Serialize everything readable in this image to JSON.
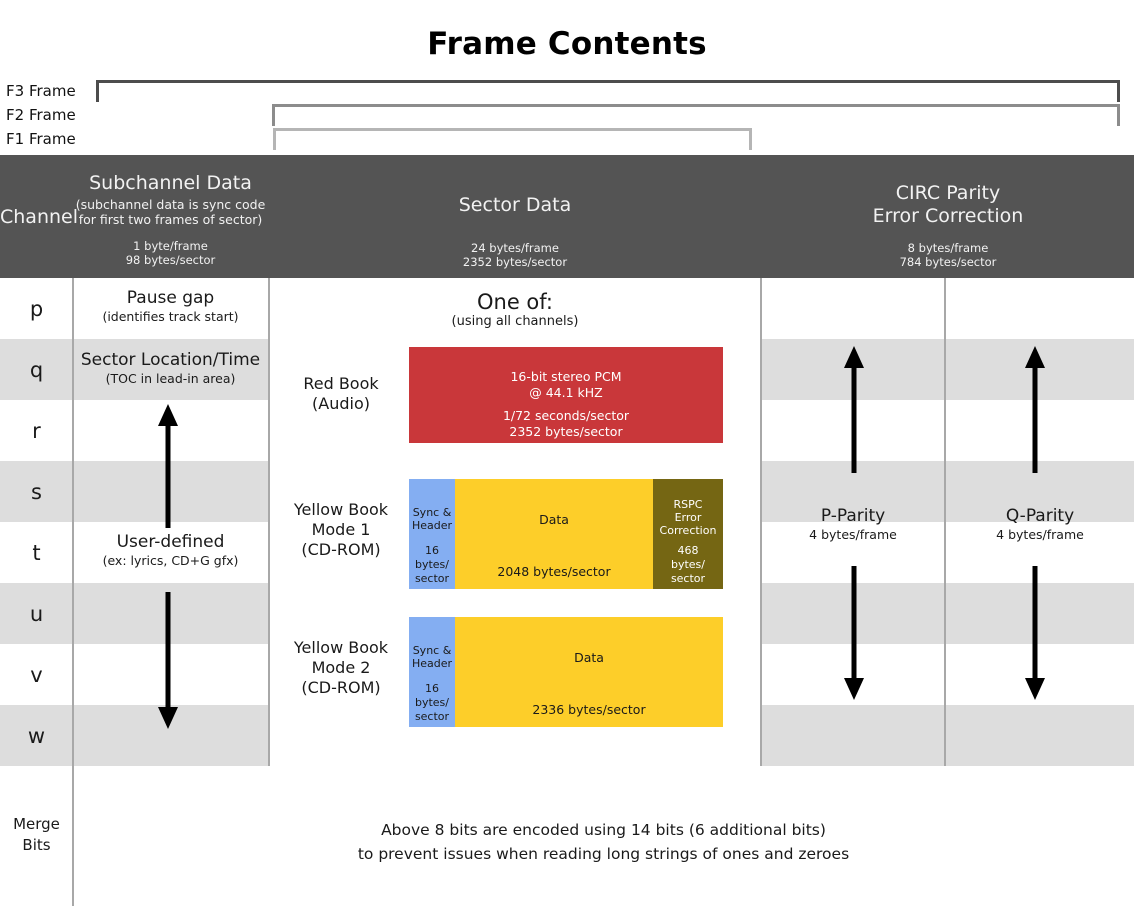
{
  "title": "Frame Contents",
  "frames": [
    {
      "label": "F3 Frame"
    },
    {
      "label": "F2 Frame"
    },
    {
      "label": "F1 Frame"
    }
  ],
  "header": {
    "channel": "Channel",
    "subchannel": {
      "title": "Subchannel Data",
      "note": "(subchannel data is sync code\nfor first two frames of sector)",
      "rate": "1 byte/frame\n98 bytes/sector"
    },
    "sector": {
      "title": "Sector Data",
      "rate": "24 bytes/frame\n2352 bytes/sector"
    },
    "circ": {
      "title": "CIRC Parity\nError Correction",
      "rate": "8 bytes/frame\n784 bytes/sector"
    }
  },
  "channels": [
    "p",
    "q",
    "r",
    "s",
    "t",
    "u",
    "v",
    "w"
  ],
  "subchannel_entries": [
    {
      "title": "Pause gap",
      "note": "(identifies track start)"
    },
    {
      "title": "Sector Location/Time",
      "note": "(TOC in lead-in area)"
    },
    {
      "title": "User-defined",
      "note": "(ex: lyrics, CD+G gfx)"
    }
  ],
  "sector": {
    "one_of": "One of:",
    "one_of_note": "(using all channels)",
    "formats": [
      {
        "label": "Red Book\n(Audio)",
        "blocks": [
          {
            "name": "audio-pcm",
            "color": "#c9373a",
            "text_color": "#ffffff",
            "top_text": "16-bit stereo PCM\n@ 44.1 kHZ",
            "bottom_text": "1/72 seconds/sector\n2352 bytes/sector"
          }
        ]
      },
      {
        "label": "Yellow Book\nMode 1\n(CD-ROM)",
        "blocks": [
          {
            "name": "sync-header",
            "color": "#84aef2",
            "text_color": "#1a1a1a",
            "top_text": "Sync &\nHeader",
            "bottom_text": "16\nbytes/\nsector"
          },
          {
            "name": "data",
            "color": "#fdce29",
            "text_color": "#1a1a1a",
            "top_text": "Data",
            "bottom_text": "2048 bytes/sector"
          },
          {
            "name": "rspc-ecc",
            "color": "#756613",
            "text_color": "#ffffff",
            "top_text": "RSPC\nError\nCorrection",
            "bottom_text": "468\nbytes/\nsector"
          }
        ]
      },
      {
        "label": "Yellow Book\nMode 2\n(CD-ROM)",
        "blocks": [
          {
            "name": "sync-header",
            "color": "#84aef2",
            "text_color": "#1a1a1a",
            "top_text": "Sync &\nHeader",
            "bottom_text": "16\nbytes/\nsector"
          },
          {
            "name": "data",
            "color": "#fdce29",
            "text_color": "#1a1a1a",
            "top_text": "Data",
            "bottom_text": "2336 bytes/sector"
          }
        ]
      }
    ]
  },
  "parity": [
    {
      "title": "P-Parity",
      "sub": "4 bytes/frame"
    },
    {
      "title": "Q-Parity",
      "sub": "4 bytes/frame"
    }
  ],
  "merge": {
    "label": "Merge\nBits",
    "line1": "Above 8 bits are encoded using 14 bits (6 additional bits)",
    "line2": "to prevent issues when reading long strings of ones and zeroes"
  },
  "colors": {
    "header_band": "#545454",
    "stripe": "#dddddd",
    "divider": "#a8a8a8",
    "bracket_f3": "#4d4d4d",
    "bracket_f2": "#8c8c8c",
    "bracket_f1": "#b5b5b5"
  }
}
